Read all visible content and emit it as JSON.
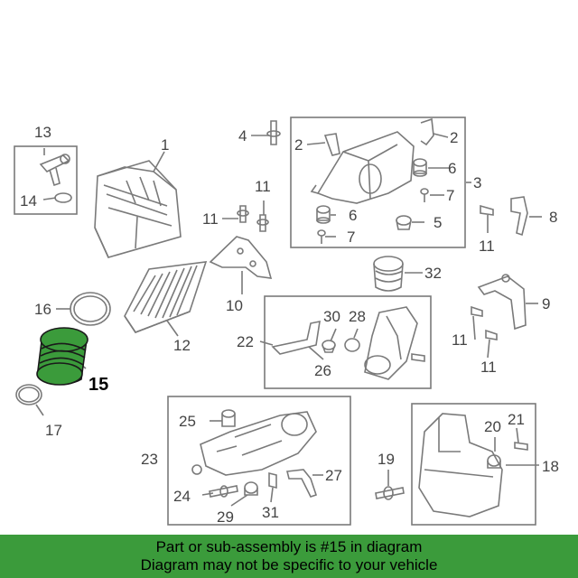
{
  "diagram": {
    "callouts": {
      "c1": "1",
      "c2a": "2",
      "c2b": "2",
      "c3": "3",
      "c4": "4",
      "c6a": "6",
      "c6b": "6",
      "c7a": "7",
      "c7b": "7",
      "c5": "5",
      "c8": "8",
      "c9": "9",
      "c10": "10",
      "c11a": "11",
      "c11b": "11",
      "c11c": "11",
      "c11d": "11",
      "c11e": "11",
      "c12": "12",
      "c13": "13",
      "c14": "14",
      "c15": "15",
      "c16": "16",
      "c17": "17",
      "c18": "18",
      "c19": "19",
      "c20": "20",
      "c21": "21",
      "c22": "22",
      "c23": "23",
      "c24": "24",
      "c25": "25",
      "c26": "26",
      "c27": "27",
      "c28": "28",
      "c29": "29",
      "c30": "30",
      "c31": "31",
      "c32": "32"
    },
    "highlight_color": "#3b9b3b",
    "line_color": "#7a7a7a"
  },
  "footer": {
    "line1": "Part or sub-assembly is #15 in diagram",
    "line2": "Diagram may not be specific to your vehicle",
    "background": "#3b9b3b"
  }
}
